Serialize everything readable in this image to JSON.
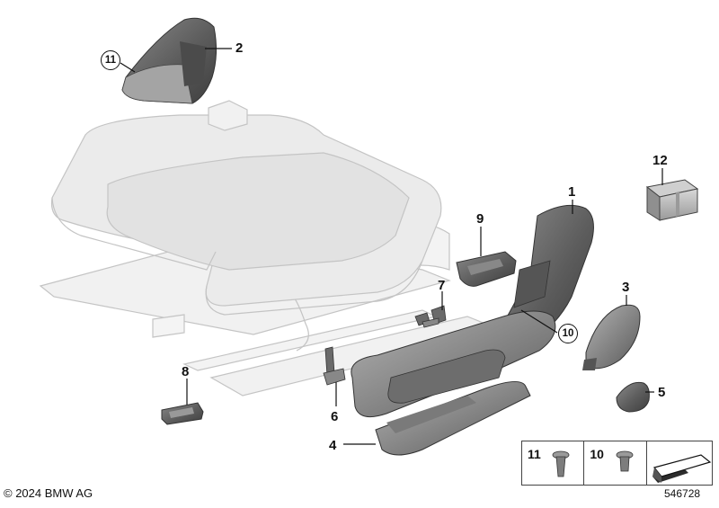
{
  "labels": {
    "p1": "1",
    "p2": "2",
    "p3": "3",
    "p4": "4",
    "p5": "5",
    "p6": "6",
    "p7": "7",
    "p8": "8",
    "p9": "9",
    "p10": "10",
    "p11": "11",
    "p12": "12"
  },
  "legend": {
    "item_a": "11",
    "item_b": "10"
  },
  "footer": {
    "copyright": "© 2024 BMW AG",
    "diagram_id": "546728"
  },
  "colors": {
    "seat_fill": "#e9e9e9",
    "seat_stroke": "#c6c6c6",
    "part_dark": "#5f5f5f",
    "part_mid": "#8d8d8d",
    "part_light": "#b8b8b8",
    "line": "#111111"
  }
}
